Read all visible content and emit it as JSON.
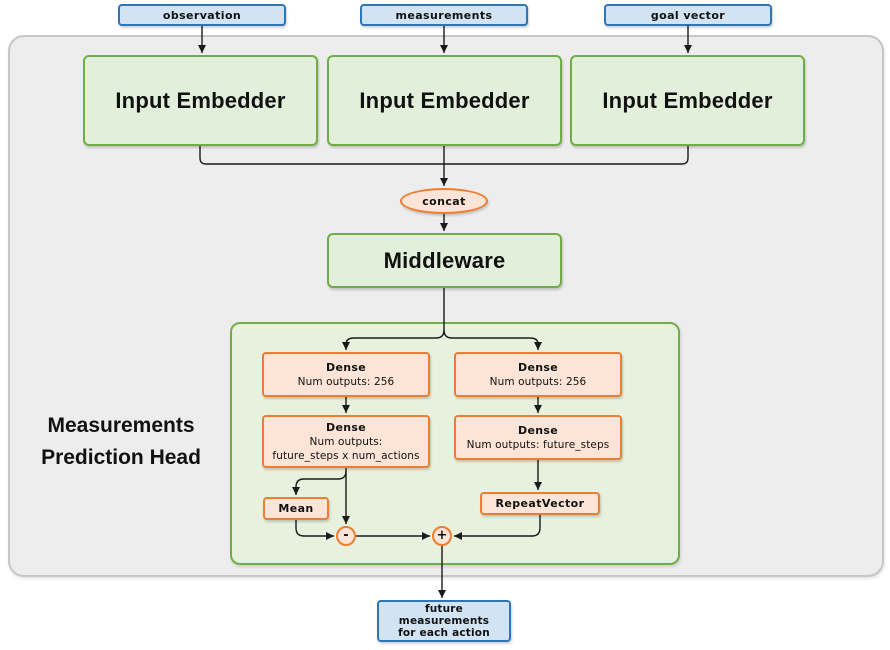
{
  "colors": {
    "blue_border": "#2E75B6",
    "blue_fill": "#D2E4F3",
    "green_border": "#70AD47",
    "green_fill": "#E2EFDA",
    "head_fill": "#E7F1DE",
    "orange_border": "#ED7D31",
    "orange_fill": "#FCE4D6",
    "canvas_fill": "#EDEDED",
    "canvas_border": "#C6C6C6",
    "line": "#1A1A1A"
  },
  "inputs": {
    "observation": "observation",
    "measurements": "measurements",
    "goal": "goal vector"
  },
  "embedders": {
    "e1": "Input Embedder",
    "e2": "Input Embedder",
    "e3": "Input Embedder"
  },
  "concat_label": "concat",
  "middleware_label": "Middleware",
  "head": {
    "title_line1": "Measurements",
    "title_line2": "Prediction Head",
    "left": {
      "dense1_title": "Dense",
      "dense1_sub": "Num outputs: 256",
      "dense2_title": "Dense",
      "dense2_sub1": "Num outputs:",
      "dense2_sub2": "future_steps x num_actions",
      "mean_label": "Mean",
      "minus_label": "-"
    },
    "right": {
      "dense1_title": "Dense",
      "dense1_sub": "Num outputs: 256",
      "dense2_title": "Dense",
      "dense2_sub": "Num outputs: future_steps",
      "repeat_label": "RepeatVector",
      "plus_label": "+"
    }
  },
  "output": {
    "line1": "future measurements",
    "line2": "for each action"
  }
}
